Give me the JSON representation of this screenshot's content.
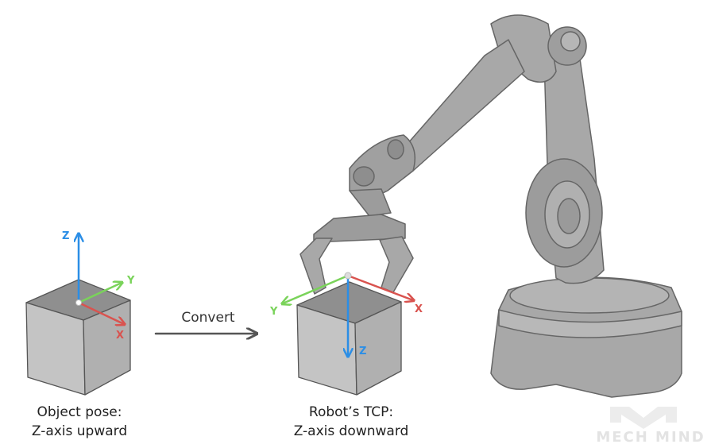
{
  "left_cube": {
    "axis_z": "Z",
    "axis_y": "Y",
    "axis_x": "X",
    "caption_line1": "Object pose:",
    "caption_line2": "Z-axis upward"
  },
  "arrow": {
    "label": "Convert"
  },
  "right_cube": {
    "axis_z": "Z",
    "axis_y": "Y",
    "axis_x": "X",
    "caption_line1": "Robot’s TCP:",
    "caption_line2": "Z-axis downward"
  },
  "logo": {
    "text": "MECH MIND"
  },
  "colors": {
    "z_axis": "#2b8ee6",
    "y_axis": "#7ad35a",
    "x_axis": "#d9534f",
    "cube_front": "#c4c4c4",
    "cube_side": "#b0b0b0",
    "cube_top": "#8f8f8f",
    "robot": "#a8a8a8",
    "outline": "#555555"
  }
}
